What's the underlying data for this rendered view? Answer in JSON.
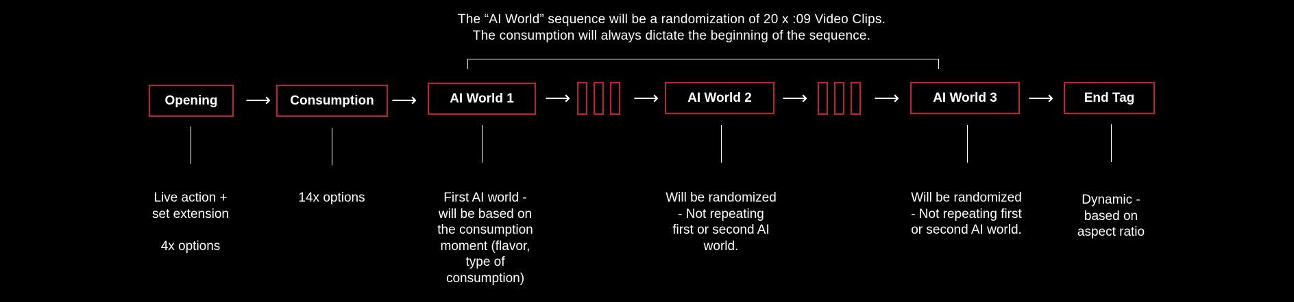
{
  "header": {
    "line1": "The “AI World” sequence will be a randomization of 20 x :09 Video Clips.",
    "line2": "The consumption will always dictate the beginning of the sequence."
  },
  "stages": [
    {
      "label": "Opening",
      "description": "Live action +\nset extension\n\n4x options"
    },
    {
      "label": "Consumption",
      "description": "14x options"
    },
    {
      "label": "AI World 1",
      "description": "First AI world -\nwill be based on\nthe consumption\nmoment (flavor,\ntype of\nconsumption)"
    },
    {
      "label": "AI World 2",
      "description": "Will be randomized\n- Not repeating\nfirst or second AI\nworld."
    },
    {
      "label": "AI World 3",
      "description": "Will be randomized\n- Not repeating first\nor second AI world."
    },
    {
      "label": "End Tag",
      "description": "Dynamic -\nbased on\naspect ratio"
    }
  ],
  "arrow_glyph": "⟶",
  "colors": {
    "background": "#000000",
    "box_border": "#c8202e",
    "text": "#ffffff"
  }
}
